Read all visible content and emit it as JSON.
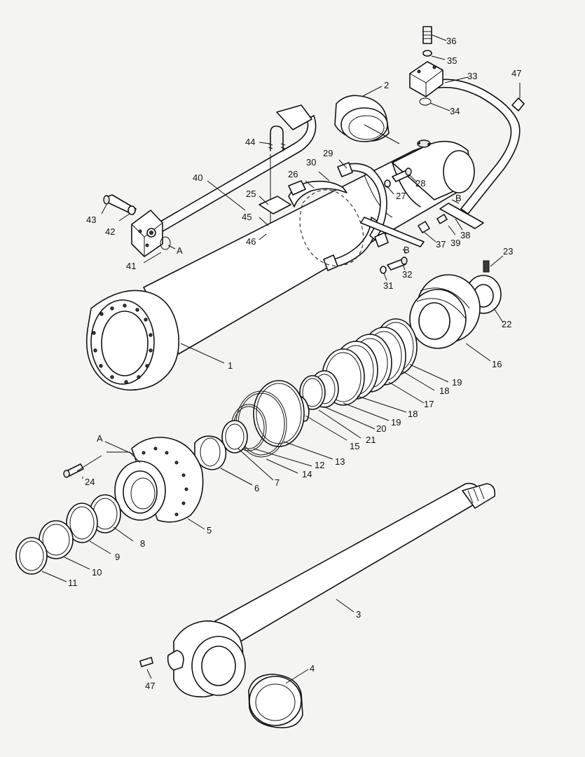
{
  "colors": {
    "background": "#f4f4f2",
    "line": "#111111",
    "fill": "#ffffff"
  },
  "labels": {
    "l1": "1",
    "l2": "2",
    "l3": "3",
    "l4": "4",
    "l5": "5",
    "l6": "6",
    "l7": "7",
    "l8": "8",
    "l9": "9",
    "l10": "10",
    "l11": "11",
    "l12": "12",
    "l13": "13",
    "l14": "14",
    "l15": "15",
    "l16": "16",
    "l17": "17",
    "l18a": "18",
    "l18b": "18",
    "l19a": "19",
    "l19b": "19",
    "l20": "20",
    "l21": "21",
    "l22": "22",
    "l23": "23",
    "l24": "24",
    "l25": "25",
    "l26": "26",
    "l27": "27",
    "l28": "28",
    "l29": "29",
    "l30": "30",
    "l31": "31",
    "l32": "32",
    "l33": "33",
    "l34": "34",
    "l35": "35",
    "l36": "36",
    "l37": "37",
    "l38": "38",
    "l39": "39",
    "l40": "40",
    "l41": "41",
    "l42": "42",
    "l43": "43",
    "l44": "44",
    "l45": "45",
    "l46": "46",
    "l47a": "47",
    "l47b": "47",
    "refA1": "A",
    "refA2": "A",
    "refB1": "B",
    "refB2": "B"
  }
}
